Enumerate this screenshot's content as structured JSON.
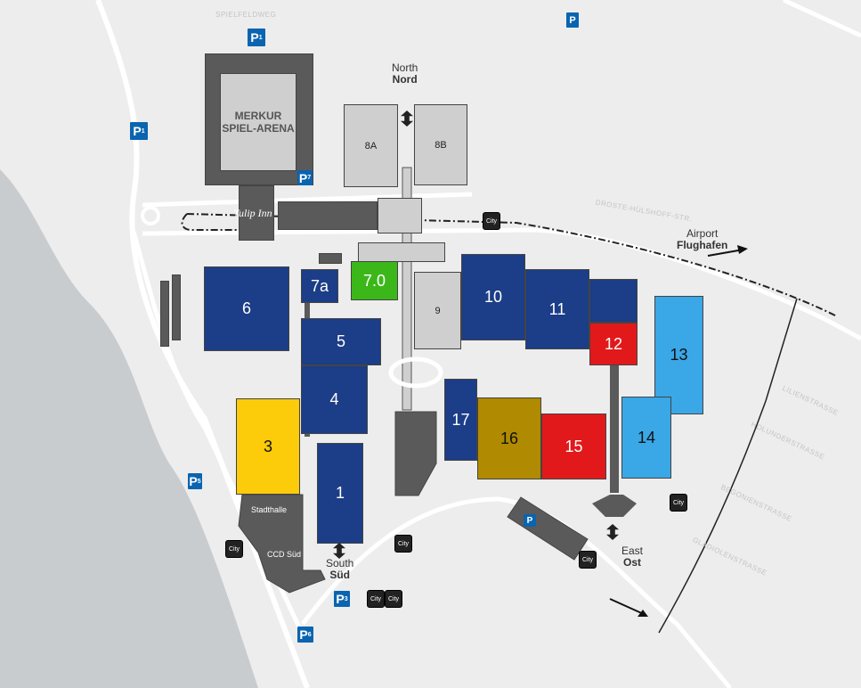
{
  "map": {
    "venue": "MERKUR SPIEL-ARENA",
    "hotel": "Tulip Inn",
    "halls": [
      {
        "id": "6",
        "label": "6",
        "color": "#1c3d87"
      },
      {
        "id": "7a",
        "label": "7a",
        "color": "#1c3d87"
      },
      {
        "id": "7.0",
        "label": "7.0",
        "color": "#3cb71a"
      },
      {
        "id": "5",
        "label": "5",
        "color": "#1c3d87"
      },
      {
        "id": "4",
        "label": "4",
        "color": "#1c3d87"
      },
      {
        "id": "3",
        "label": "3",
        "color": "#fccb0a"
      },
      {
        "id": "1",
        "label": "1",
        "color": "#1c3d87"
      },
      {
        "id": "9",
        "label": "9",
        "color": "#cfcfcf"
      },
      {
        "id": "10",
        "label": "10",
        "color": "#1c3d87"
      },
      {
        "id": "11",
        "label": "11",
        "color": "#1c3d87"
      },
      {
        "id": "12",
        "label": "12",
        "color": "#e2191b"
      },
      {
        "id": "13",
        "label": "13",
        "color": "#3aa7e7"
      },
      {
        "id": "14",
        "label": "14",
        "color": "#3aa7e7"
      },
      {
        "id": "15",
        "label": "15",
        "color": "#e2191b"
      },
      {
        "id": "16",
        "label": "16",
        "color": "#b08a00"
      },
      {
        "id": "17",
        "label": "17",
        "color": "#1c3d87"
      },
      {
        "id": "8A",
        "label": "8A",
        "color": "#cfcfcf"
      },
      {
        "id": "8B",
        "label": "8B",
        "color": "#cfcfcf"
      }
    ],
    "areas": {
      "stadthalle": "Stadthalle",
      "ccd_sued": "CCD Süd"
    },
    "entrances": {
      "north_en": "North",
      "north_de": "Nord",
      "south_en": "South",
      "south_de": "Süd",
      "east_en": "East",
      "east_de": "Ost",
      "airport_en": "Airport",
      "airport_de": "Flughafen"
    },
    "parking": [
      {
        "id": "P1-top",
        "label": "P",
        "sub": "1"
      },
      {
        "id": "P1-left",
        "label": "P",
        "sub": "1"
      },
      {
        "id": "P7",
        "label": "P",
        "sub": "7"
      },
      {
        "id": "P-top-right",
        "label": "P",
        "sub": ""
      },
      {
        "id": "P5",
        "label": "P",
        "sub": "5"
      },
      {
        "id": "P3",
        "label": "P",
        "sub": "3"
      },
      {
        "id": "P6",
        "label": "P",
        "sub": "6"
      },
      {
        "id": "P-east",
        "label": "P",
        "sub": ""
      }
    ],
    "streets": [
      "SPIELFELDWEG",
      "DROSTE-HÜLSHOFF-STR.",
      "LILIENSTRASSE",
      "HOLUNDERSTRASSE",
      "BEGONIENSTRASSE",
      "GLADIOLENSTRASSE"
    ],
    "bus_label": "City",
    "colors": {
      "background": "#ededed",
      "water": "#c8cccf",
      "parking": "#0a64b0",
      "building": "#5a5a5a"
    }
  }
}
